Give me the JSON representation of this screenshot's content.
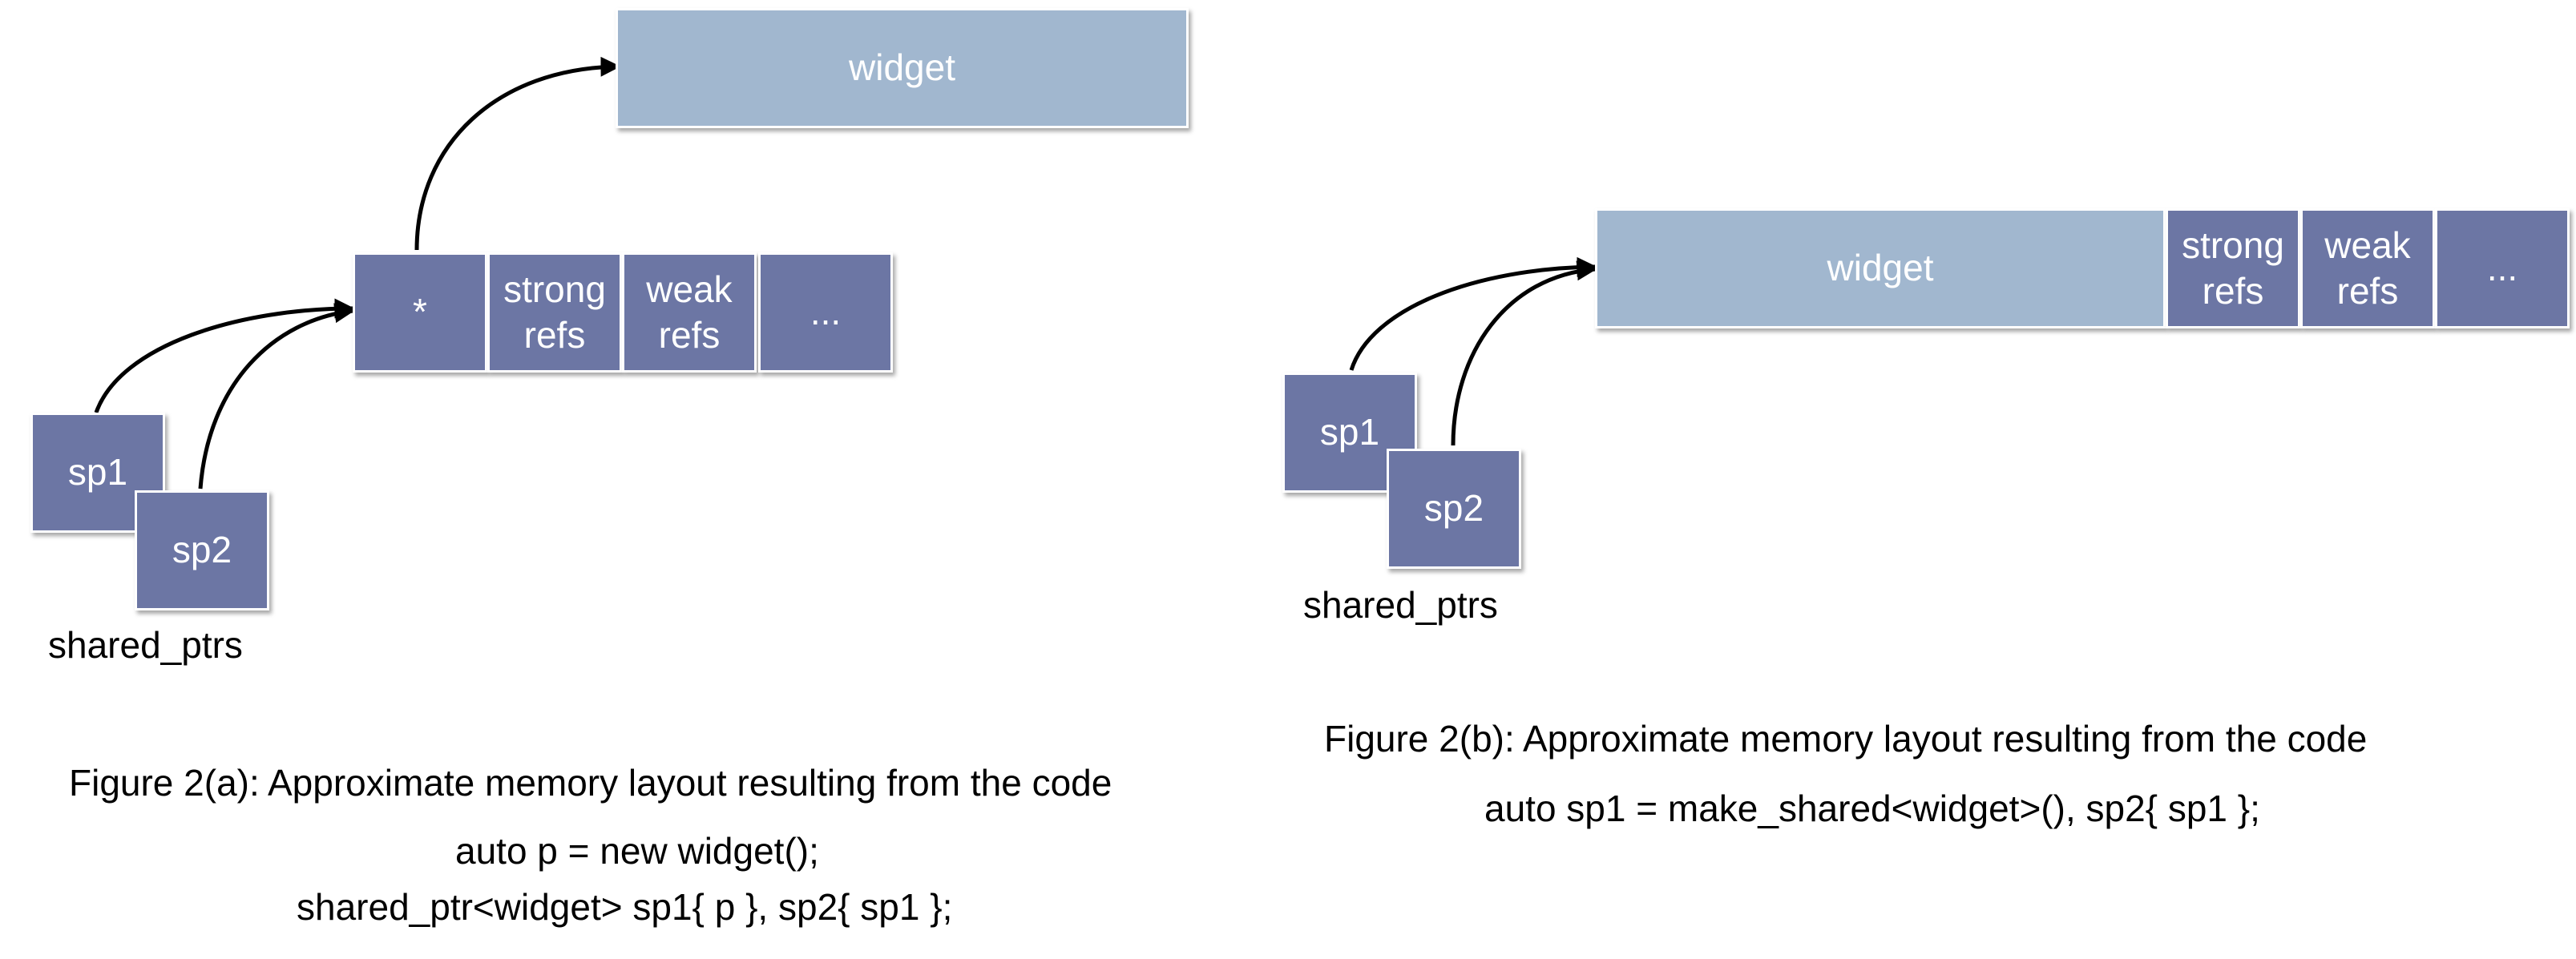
{
  "colors": {
    "dark_box": "#6c76a4",
    "light_box": "#a1b7cf",
    "arrow": "#000000"
  },
  "figure_a": {
    "widget": "widget",
    "control_block": [
      "*",
      "strong\nrefs",
      "weak\nrefs",
      "..."
    ],
    "sp1": "sp1",
    "sp2": "sp2",
    "group_label": "shared_ptrs",
    "caption": "Figure 2(a): Approximate memory layout resulting from the code",
    "code_line1": "auto p = new widget();",
    "code_line2": "shared_ptr<widget> sp1{ p }, sp2{ sp1 };"
  },
  "figure_b": {
    "widget": "widget",
    "control_block": [
      "strong\nrefs",
      "weak\nrefs",
      "..."
    ],
    "sp1": "sp1",
    "sp2": "sp2",
    "group_label": "shared_ptrs",
    "caption": "Figure 2(b): Approximate memory layout resulting from the code",
    "code_line1": "auto sp1 = make_shared<widget>(), sp2{ sp1 };"
  }
}
